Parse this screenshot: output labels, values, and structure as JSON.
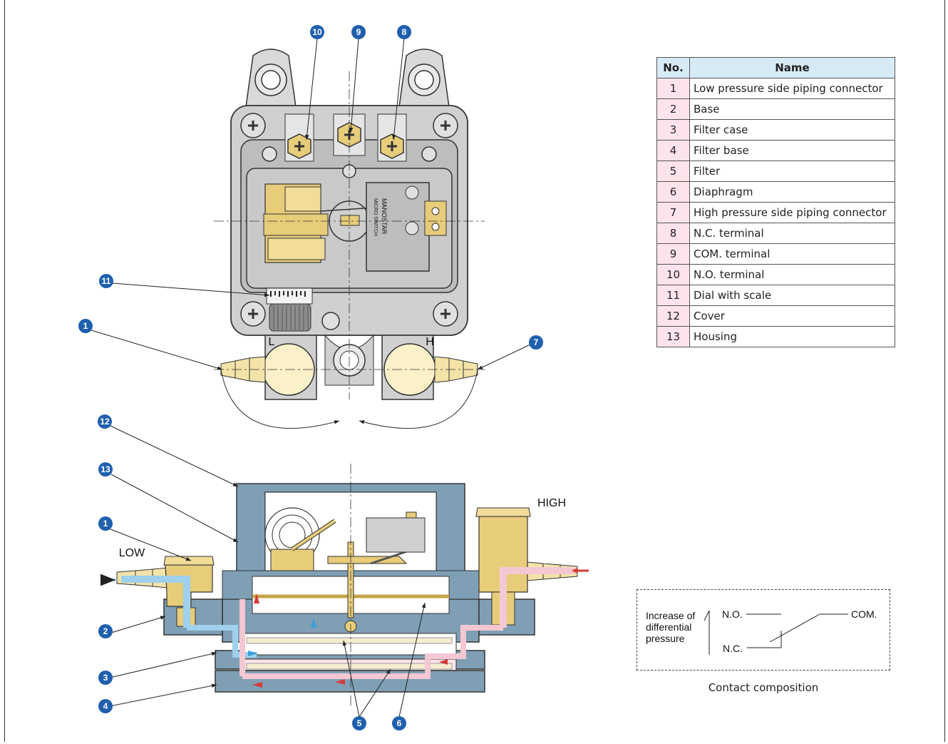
{
  "table": {
    "header_no": "No.",
    "header_name": "Name",
    "rows": [
      {
        "no": "1",
        "name": "Low pressure side piping connector"
      },
      {
        "no": "2",
        "name": "Base"
      },
      {
        "no": "3",
        "name": "Filter case"
      },
      {
        "no": "4",
        "name": "Filter base"
      },
      {
        "no": "5",
        "name": "Filter"
      },
      {
        "no": "6",
        "name": "Diaphragm"
      },
      {
        "no": "7",
        "name": "High pressure side piping connector"
      },
      {
        "no": "8",
        "name": "N.C. terminal"
      },
      {
        "no": "9",
        "name": "COM. terminal"
      },
      {
        "no": "10",
        "name": "N.O. terminal"
      },
      {
        "no": "11",
        "name": "Dial with scale"
      },
      {
        "no": "12",
        "name": "Cover"
      },
      {
        "no": "13",
        "name": "Housing"
      }
    ]
  },
  "top_view": {
    "port_low": "L",
    "port_high": "H",
    "switch_brand": "MANOSTAR",
    "switch_type": "MICRO SWITCH"
  },
  "section_view": {
    "low_label": "LOW",
    "high_label": "HIGH"
  },
  "contact": {
    "increase_line1": "Increase of",
    "increase_line2": "differential",
    "increase_line3": "pressure",
    "no_label": "N.O.",
    "nc_label": "N.C.",
    "com_label": "COM.",
    "caption": "Contact composition"
  },
  "callouts": [
    "1",
    "2",
    "3",
    "4",
    "5",
    "6",
    "7",
    "8",
    "9",
    "10",
    "11",
    "12",
    "13"
  ],
  "colors": {
    "badge": "#1f5fae",
    "housing": "#7f9fb5",
    "brass": "#e7cc7a",
    "low_flow": "#9fd0ec",
    "high_flow": "#f4c8d2",
    "header_bg": "#d7ebf7",
    "no_cell_bg": "#fde4ea"
  }
}
